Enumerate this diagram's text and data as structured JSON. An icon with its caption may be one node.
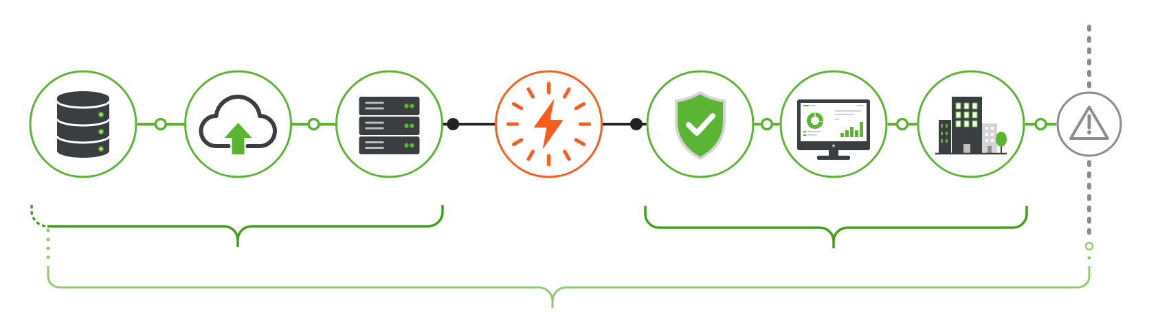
{
  "diagram": {
    "nodes": [
      {
        "text": [],
        "shape": "circle"
      },
      {
        "text": [],
        "shape": "circle"
      },
      {
        "text": [],
        "shape": "circle"
      },
      {
        "text": [],
        "shape": "circle"
      },
      {
        "text": [],
        "shape": "circle"
      },
      {
        "text": [],
        "shape": "circle"
      },
      {
        "text": [],
        "shape": "circle"
      },
      {
        "text": [],
        "shape": "circle"
      }
    ],
    "edges": [
      {
        "from": 0,
        "to": 1,
        "arrow": "none"
      },
      {
        "from": 1,
        "to": 2,
        "arrow": "none"
      },
      {
        "from": 2,
        "to": 3,
        "arrow": "other",
        "color": "#222222"
      },
      {
        "from": 3,
        "to": 4,
        "arrow": "other",
        "color": "#222222"
      },
      {
        "from": 4,
        "to": 5,
        "arrow": "none"
      },
      {
        "from": 5,
        "to": 6,
        "arrow": "none"
      },
      {
        "from": 6,
        "to": 7,
        "arrow": "none"
      },
      {
        "from": null,
        "to": 7,
        "arrow": "none",
        "style": "dashed",
        "color": "#8c8c8c"
      },
      {
        "from": 7,
        "to": null,
        "arrow": "none",
        "style": "dashed",
        "color": "#8c8c8c"
      }
    ]
  }
}
